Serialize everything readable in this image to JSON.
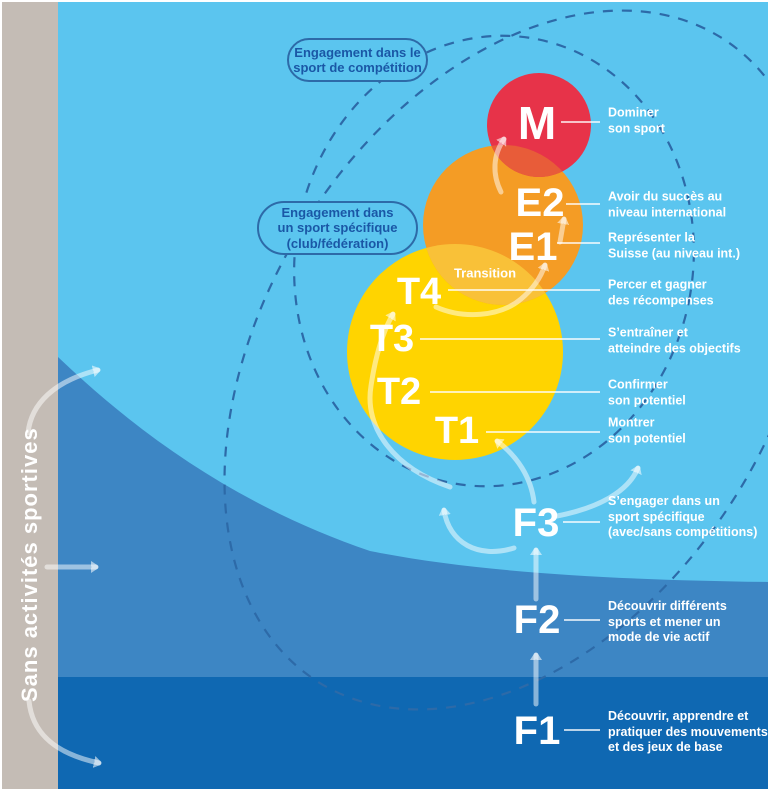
{
  "sidebar": {
    "label": "Sans activités sportives"
  },
  "zones": {
    "competition_pill": "Engagement dans le\nsport de compétition",
    "specific_pill": "Engagement dans\nun sport spécifique\n(club/fédération)",
    "transition_label": "Transition"
  },
  "stages": [
    {
      "id": "M",
      "letter": "M",
      "description": "Dominer\nson sport"
    },
    {
      "id": "E2",
      "letter": "E2",
      "description": "Avoir du succès au\nniveau international"
    },
    {
      "id": "E1",
      "letter": "E1",
      "description": "Représenter la\nSuisse (au niveau int.)"
    },
    {
      "id": "T4",
      "letter": "T4",
      "description": "Percer et gagner\ndes récompenses"
    },
    {
      "id": "T3",
      "letter": "T3",
      "description": "S’entraîner et\natteindre des objectifs"
    },
    {
      "id": "T2",
      "letter": "T2",
      "description": "Confirmer\nson potentiel"
    },
    {
      "id": "T1",
      "letter": "T1",
      "description": "Montrer\nson potentiel"
    },
    {
      "id": "F3",
      "letter": "F3",
      "description": "S’engager dans un\nsport spécifique\n(avec/sans compétitions)"
    },
    {
      "id": "F2",
      "letter": "F2",
      "description": "Découvrir différents\nsports et mener un\nmode de vie actif"
    },
    {
      "id": "F1",
      "letter": "F1",
      "description": "Découvrir, apprendre et\npratiquer des mouvements\net des jeux de base"
    }
  ],
  "colors": {
    "background_light_blue": "#5bc5ef",
    "band_medium_blue": "#3d86c4",
    "band_dark_blue": "#0f68b2",
    "sidebar_gray": "#c4bcb5",
    "circle_yellow": "#ffd400",
    "circle_orange": "#f49c25",
    "circle_red": "#e73349",
    "overlap_yellow_orange": "#f9c138",
    "overlap_red_orange": "#e85c39",
    "dashed_line_blue": "#2d6aa8",
    "text_white": "#ffffff",
    "pill_text_blue": "#1a57a6"
  }
}
